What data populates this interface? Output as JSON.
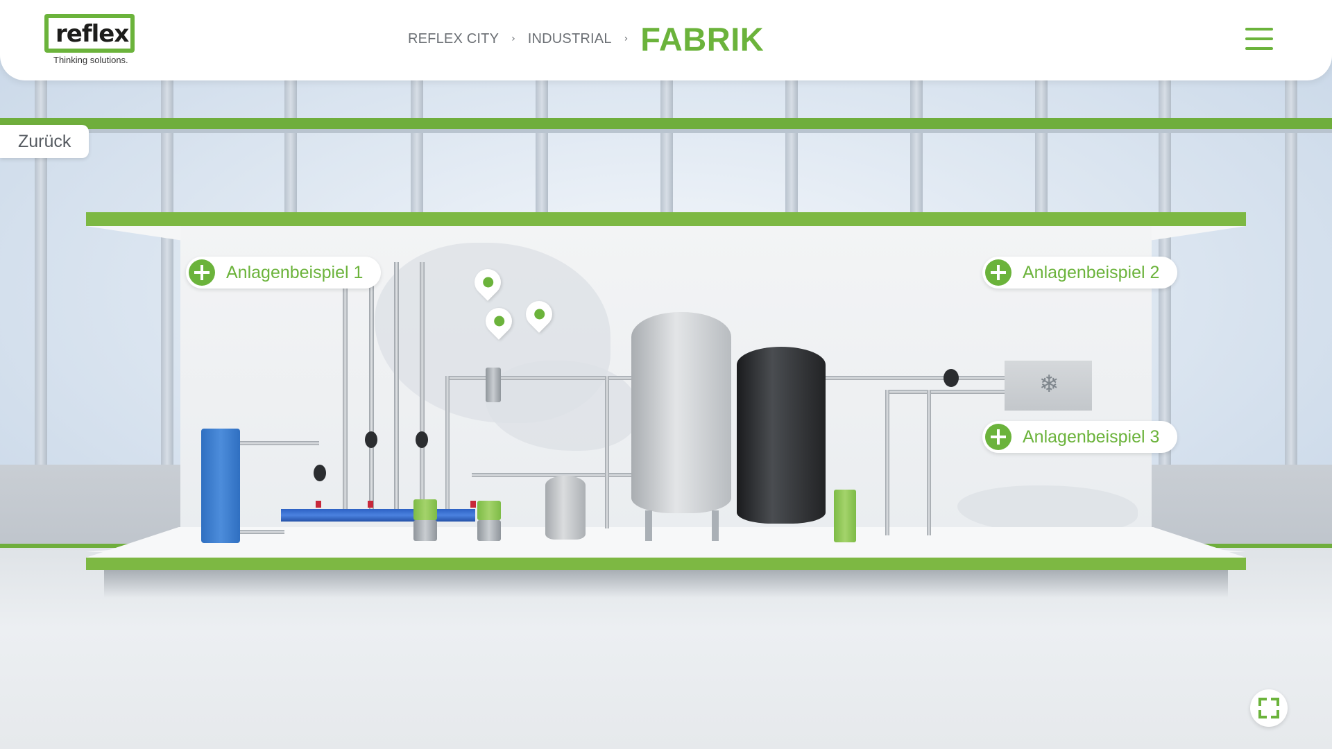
{
  "header": {
    "logo_text": "reflex",
    "logo_tagline": "Thinking solutions.",
    "breadcrumb": [
      {
        "label": "REFLEX CITY"
      },
      {
        "label": "INDUSTRIAL"
      }
    ],
    "current_page": "FABRIK",
    "separator": "›",
    "menu_icon": "hamburger-icon"
  },
  "back_button": {
    "label": "Zurück"
  },
  "hotspots": [
    {
      "label": "Anlagenbeispiel 1"
    },
    {
      "label": "Anlagenbeispiel 2"
    },
    {
      "label": "Anlagenbeispiel 3"
    }
  ],
  "fullscreen_icon": "fullscreen-icon",
  "colors": {
    "accent": "#6bb33b",
    "header_bg": "#ffffff",
    "text_muted": "#6b6f74"
  }
}
